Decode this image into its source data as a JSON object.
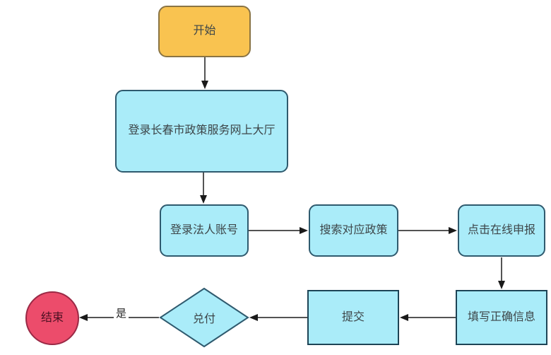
{
  "diagram": {
    "type": "flowchart",
    "nodes": {
      "start": {
        "label": "开始",
        "shape": "rounded-rect",
        "fill": "#f9c350",
        "border": "#8a7444"
      },
      "portal": {
        "label": "登录长春市政策服务网上大厅",
        "shape": "rounded-rect",
        "fill": "#aaecf9",
        "border": "#2f5a6e"
      },
      "login": {
        "label": "登录法人账号",
        "shape": "rounded-rect",
        "fill": "#aaecf9",
        "border": "#2f5a6e"
      },
      "search": {
        "label": "搜索对应政策",
        "shape": "rounded-rect",
        "fill": "#aaecf9",
        "border": "#2f5a6e"
      },
      "declare": {
        "label": "点击在线申报",
        "shape": "rounded-rect",
        "fill": "#aaecf9",
        "border": "#2f5a6e"
      },
      "fill_info": {
        "label": "填写正确信息",
        "shape": "rect",
        "fill": "#aaecf9",
        "border": "#1d4456"
      },
      "submit": {
        "label": "提交",
        "shape": "rect",
        "fill": "#aaecf9",
        "border": "#1d4456"
      },
      "decision": {
        "label": "兑付",
        "shape": "diamond",
        "fill": "#aaecf9",
        "border": "#2f5a6e"
      },
      "end": {
        "label": "结束",
        "shape": "circle",
        "fill": "#ec4c6b",
        "border": "#9a2945"
      }
    },
    "edges": [
      {
        "from": "start",
        "to": "portal",
        "label": ""
      },
      {
        "from": "portal",
        "to": "login",
        "label": ""
      },
      {
        "from": "login",
        "to": "search",
        "label": ""
      },
      {
        "from": "search",
        "to": "declare",
        "label": ""
      },
      {
        "from": "declare",
        "to": "fill_info",
        "label": ""
      },
      {
        "from": "fill_info",
        "to": "submit",
        "label": ""
      },
      {
        "from": "submit",
        "to": "decision",
        "label": ""
      },
      {
        "from": "decision",
        "to": "end",
        "label": "是"
      }
    ],
    "colors": {
      "background": "#ffffff",
      "arrow": "#1a1a1a",
      "node_text": "#3d4649",
      "end_text": "#4c1022"
    }
  }
}
